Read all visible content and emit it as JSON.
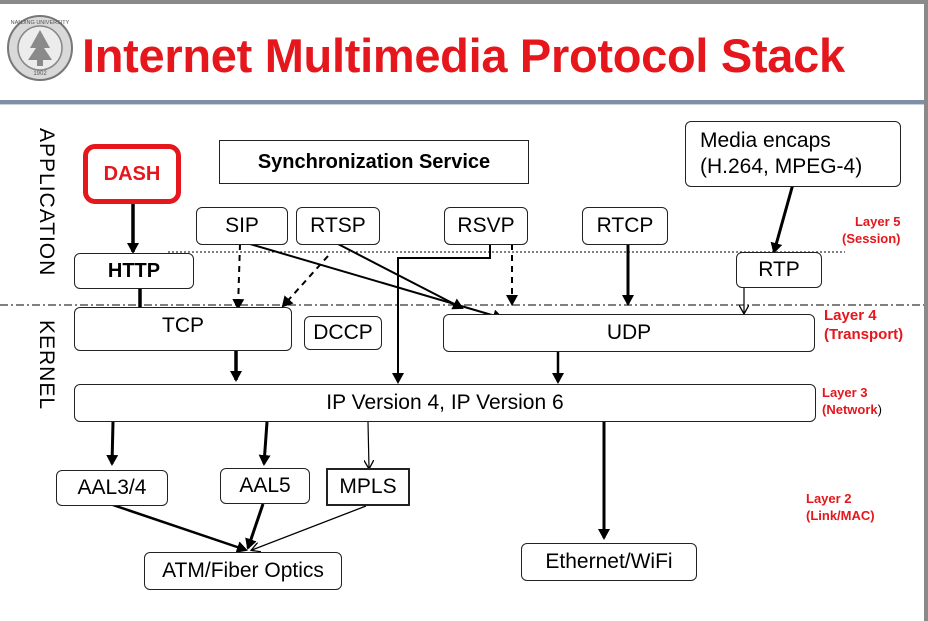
{
  "title": "Internet Multimedia Protocol Stack",
  "logo": {
    "text": "NANJING UNIVERSITY",
    "year": "1902"
  },
  "colors": {
    "title": "#e5161c",
    "layer_label": "#e5161c",
    "header_rule": "#7f8fa8"
  },
  "side_labels": {
    "application": "APPLICATION",
    "kernel": "KERNEL"
  },
  "boxes": {
    "dash": "DASH",
    "sync": "Synchronization Service",
    "sip": "SIP",
    "rtsp": "RTSP",
    "rsvp": "RSVP",
    "rtcp": "RTCP",
    "media": "Media encaps",
    "media_formats": "(H.264, MPEG-4)",
    "http": "HTTP",
    "rtp": "RTP",
    "tcp": "TCP",
    "dccp": "DCCP",
    "udp": "UDP",
    "ip": "IP Version 4, IP Version 6",
    "aal34": "AAL3/4",
    "aal5": "AAL5",
    "mpls": "MPLS",
    "atm": "ATM/Fiber Optics",
    "ethernet": "Ethernet/WiFi"
  },
  "layers": {
    "l5": "Layer 5",
    "l5_name": "(Session)",
    "l4": "Layer 4",
    "l4_name": "(Transport)",
    "l3": "Layer 3",
    "l3_name": "(Network",
    "l3_close": ")",
    "l2": "Layer 2",
    "l2_name": "(Link/MAC)"
  }
}
